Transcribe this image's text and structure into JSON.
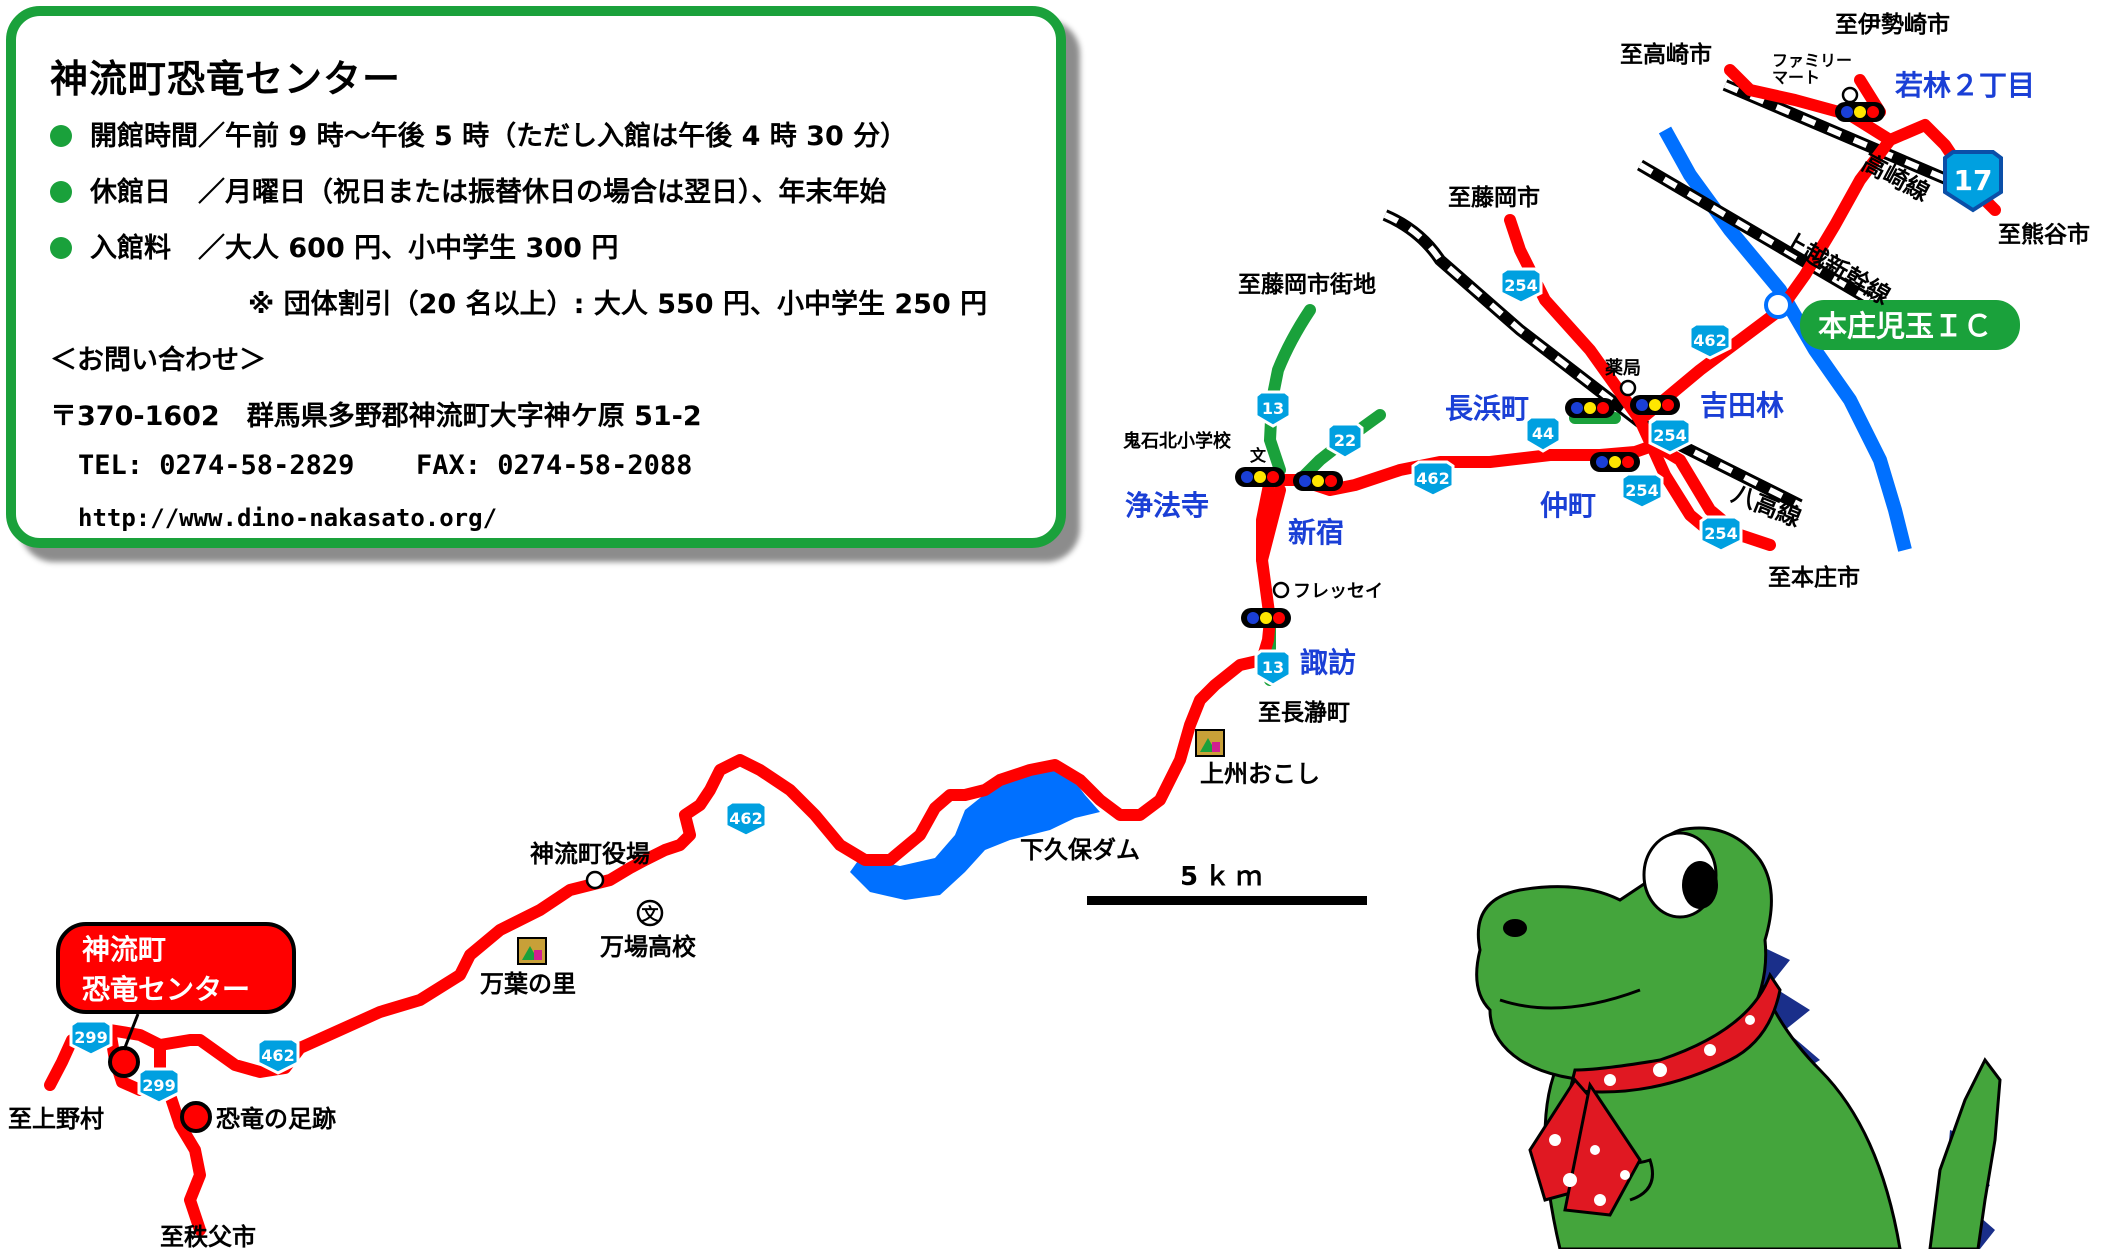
{
  "info": {
    "title": "神流町恐竜センター",
    "hours": "開館時間／午前 9 時〜午後 5 時（ただし入館は午後 4 時 30 分）",
    "closed": "休館日　／月曜日（祝日または振替休日の場合は翌日）、年末年始",
    "fee": "入館料　／大人 600 円、小中学生 300 円",
    "group": "※ 団体割引（20 名以上）: 大人 550 円、小中学生 250 円",
    "contact_heading": "＜お問い合わせ＞",
    "address": "〒370-1602　群馬県多野郡神流町大字神ケ原 51-2",
    "tel": "TEL: 0274-58-2829",
    "fax": "FAX: 0274-58-2088",
    "url": "http://www.dino-nakasato.org/"
  },
  "center_label": {
    "line1": "神流町",
    "line2": "恐竜センター"
  },
  "place_labels": {
    "ueno": "至上野村",
    "chichibu": "至秩父市",
    "footprint": "恐竜の足跡",
    "manyo": "万葉の里",
    "townhall": "神流町役場",
    "manba_hs": "万場高校",
    "shimokubo": "下久保ダム",
    "scale": "5ｋｍ",
    "joshu": "上州おこし",
    "nagatoro": "至長瀞町",
    "fresay": "フレッセイ",
    "onishi_school": "鬼石北小学校",
    "fujioka_gaichi": "至藤岡市街地",
    "fujioka": "至藤岡市",
    "yakkyoku": "薬局",
    "takasaki": "至高崎市",
    "isesaki": "至伊勢崎市",
    "familymart": "ファミリー\nマート",
    "kumagaya": "至熊谷市",
    "honjo": "至本庄市",
    "bun1": "文",
    "bun2": "文"
  },
  "intersections": {
    "joboji": "浄法寺",
    "shinjuku": "新宿",
    "suwa": "諏訪",
    "nagahama": "長浜町",
    "yoshidabayashi": "吉田林",
    "nakamachi": "仲町",
    "wakabayashi": "若林２丁目"
  },
  "railways": {
    "takasaki_line": "高崎線",
    "joetsu_shinkansen": "上越新幹線",
    "hachiko_line": "八高線"
  },
  "interchange": "本庄児玉ＩＣ",
  "route_shields": {
    "r299a": "299",
    "r299b": "299",
    "r462a": "462",
    "r462b": "462",
    "r462c": "462",
    "r462d": "462",
    "r13a": "13",
    "r13b": "13",
    "r22": "22",
    "r44": "44",
    "r254a": "254",
    "r254b": "254",
    "r254c": "254",
    "r254d": "254",
    "r17": "17"
  },
  "colors": {
    "route_national": "#ff0000",
    "route_prefectural": "#1aa13b",
    "river": "#0070ff",
    "box_border": "#1aa13b",
    "intersection_label": "#1a3fd6",
    "dinosaur_green": "#44a53c",
    "scarf_red": "#e01822"
  }
}
